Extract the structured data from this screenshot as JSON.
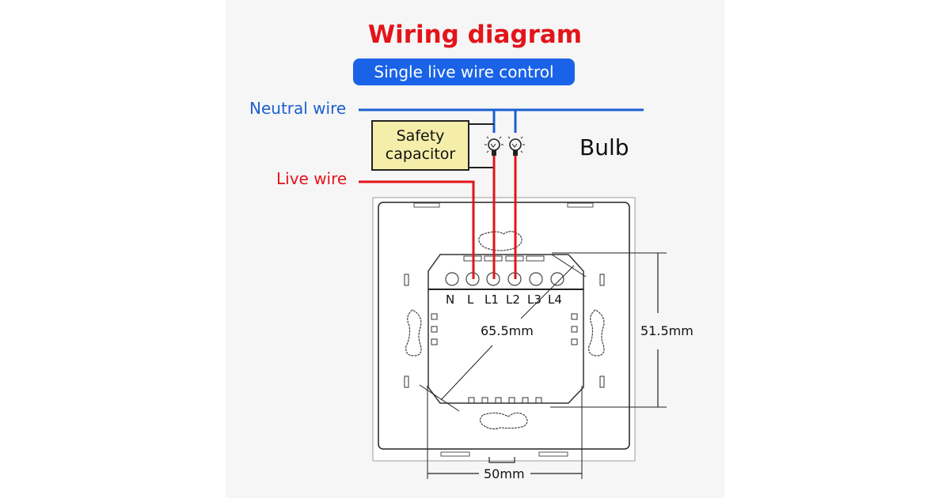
{
  "title": "Wiring diagram",
  "subtitle": "Single live wire control",
  "labels": {
    "neutral": "Neutral wire",
    "live": "Live wire",
    "bulb": "Bulb",
    "capacitor_line1": "Safety",
    "capacitor_line2": "capacitor"
  },
  "terminals": [
    "N",
    "L",
    "L1",
    "L2",
    "L3",
    "L4"
  ],
  "dimensions": {
    "diagonal": "65.5mm",
    "height": "51.5mm",
    "width": "50mm"
  },
  "colors": {
    "title": "#e3141b",
    "subtitle_bg": "#1a63e8",
    "neutral_wire": "#1a5fd1",
    "live_wire": "#e3141b",
    "capacitor_bg": "#f5eeaa",
    "panel_bg": "#f6f6f6"
  }
}
